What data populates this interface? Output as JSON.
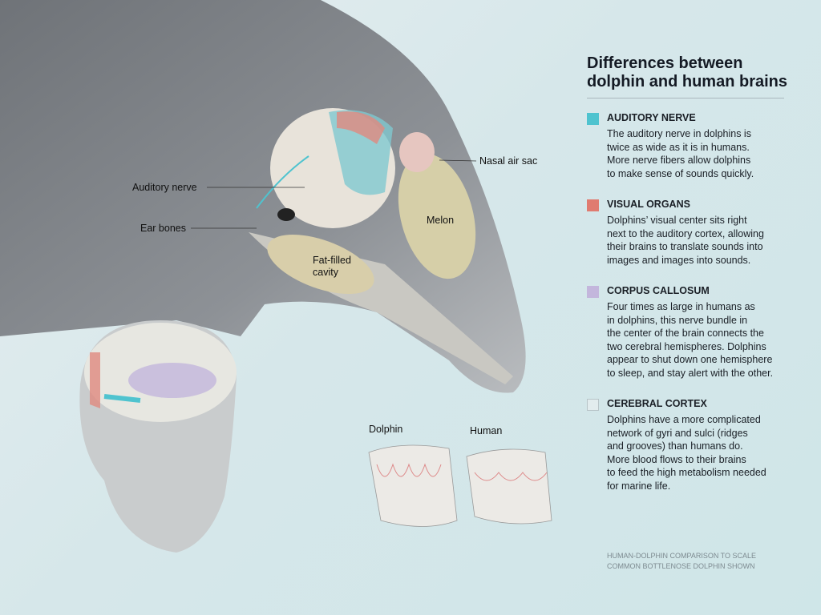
{
  "labels": {
    "auditory_nerve": "Auditory nerve",
    "ear_bones": "Ear bones",
    "fat_filled": "Fat-filled\ncavity",
    "melon": "Melon",
    "nasal_air_sac": "Nasal air sac",
    "dolphin": "Dolphin",
    "human": "Human"
  },
  "panel": {
    "title": "Differences between\ndolphin and human brains",
    "sections": [
      {
        "heading": "AUDITORY NERVE",
        "color": "#4fc3cf",
        "body": "The auditory nerve in dolphins is\ntwice as wide as it is in humans.\nMore nerve fibers allow dolphins\nto make sense of sounds quickly."
      },
      {
        "heading": "VISUAL ORGANS",
        "color": "#e07b70",
        "body": "Dolphins’ visual center sits right\nnext to the auditory cortex, allowing\ntheir brains to translate sounds into\nimages and images into sounds."
      },
      {
        "heading": "CORPUS CALLOSUM",
        "color": "#c3b6dc",
        "body": "Four times as large in humans as\nin dolphins, this nerve bundle in\nthe center of the brain connects the\ntwo cerebral hemispheres. Dolphins\nappear to shut down one hemisphere\nto sleep, and stay alert with the other."
      },
      {
        "heading": "CEREBRAL CORTEX",
        "color": "#e2ecee",
        "body": "Dolphins have a more complicated\nnetwork of gyri and sulci (ridges\nand grooves) than humans do.\nMore blood flows to their brains\nto feed the high metabolism needed\nfor marine life."
      }
    ]
  },
  "footnote": {
    "line1": "HUMAN-DOLPHIN COMPARISON TO SCALE",
    "line2": "COMMON BOTTLENOSE DOLPHIN SHOWN"
  }
}
